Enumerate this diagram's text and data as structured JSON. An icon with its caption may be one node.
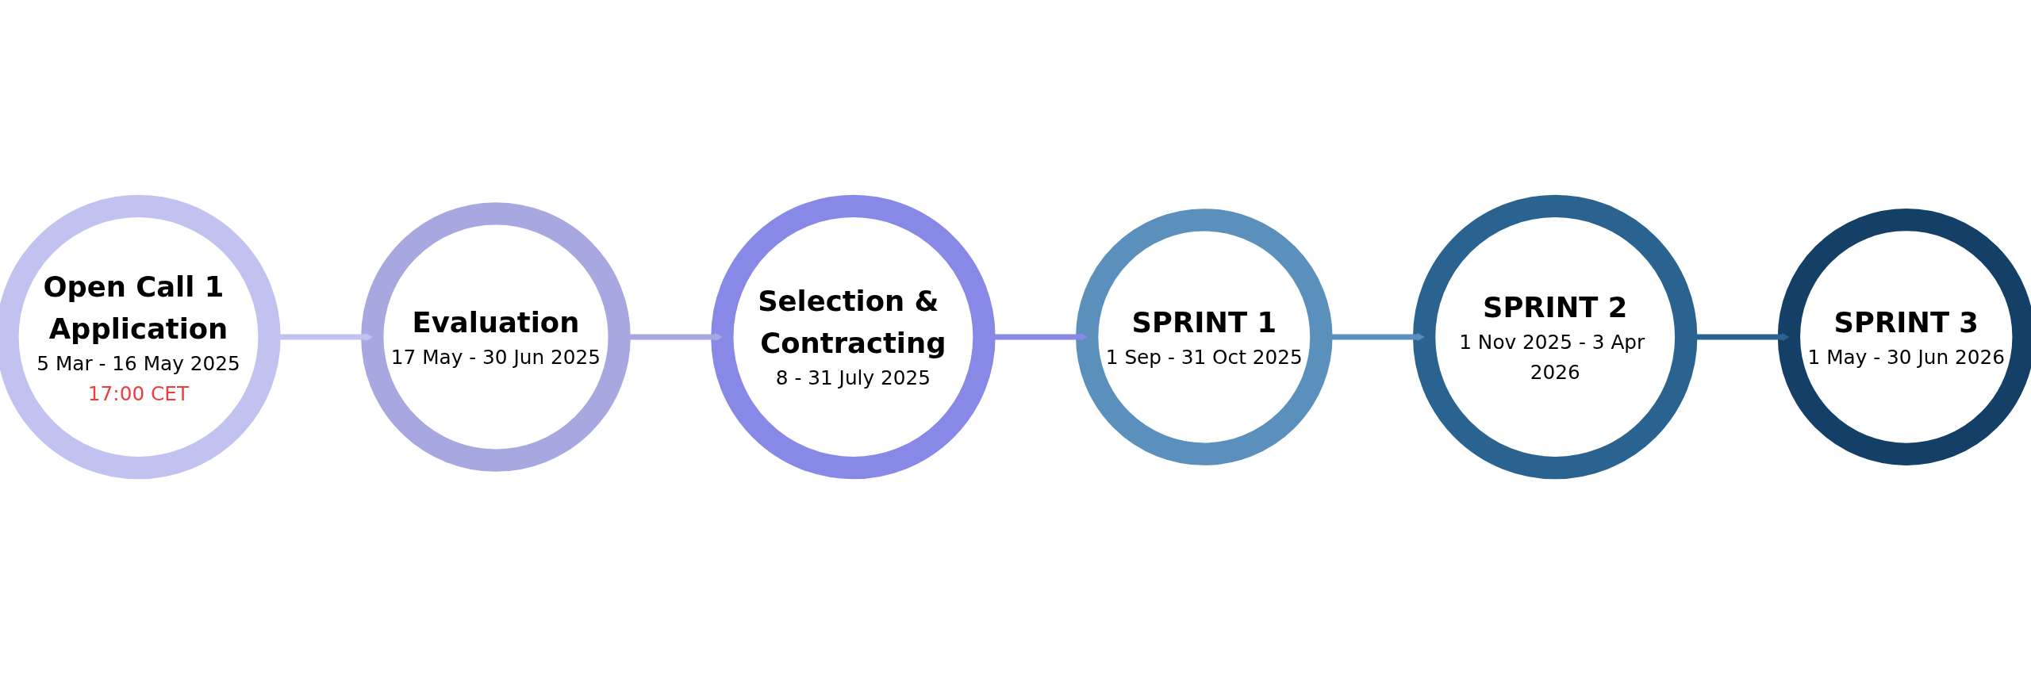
{
  "diagram": {
    "nodes": [
      {
        "text": [
          "Open Call 1 Application",
          "5 Mar - 16 May 2025",
          "17:00 CET"
        ]
      },
      {
        "text": [
          "Evaluation",
          "17 May - 30 Jun 2025"
        ]
      },
      {
        "text": [
          "Selection & Contracting",
          "8 - 31 July 2025"
        ]
      },
      {
        "text": [
          "SPRINT 1",
          "1 Sep - 31 Oct 2025"
        ]
      },
      {
        "text": [
          "SPRINT 2",
          "1 Nov 2025 - 3 Apr 2026"
        ]
      },
      {
        "text": [
          "SPRINT 3",
          "1 May - 30 Jun 2026"
        ]
      }
    ],
    "edges": [
      {
        "from": 0,
        "to": 1,
        "arrow": "to",
        "color": "#c2c2f0"
      },
      {
        "from": 1,
        "to": 2,
        "arrow": "to",
        "color": "#a8a8e0"
      },
      {
        "from": 2,
        "to": 3,
        "arrow": "to",
        "color": "#8888e6"
      },
      {
        "from": 3,
        "to": 4,
        "arrow": "to",
        "color": "#5a90bb"
      },
      {
        "from": 4,
        "to": 5,
        "arrow": "to",
        "color": "#2a6390"
      }
    ]
  }
}
